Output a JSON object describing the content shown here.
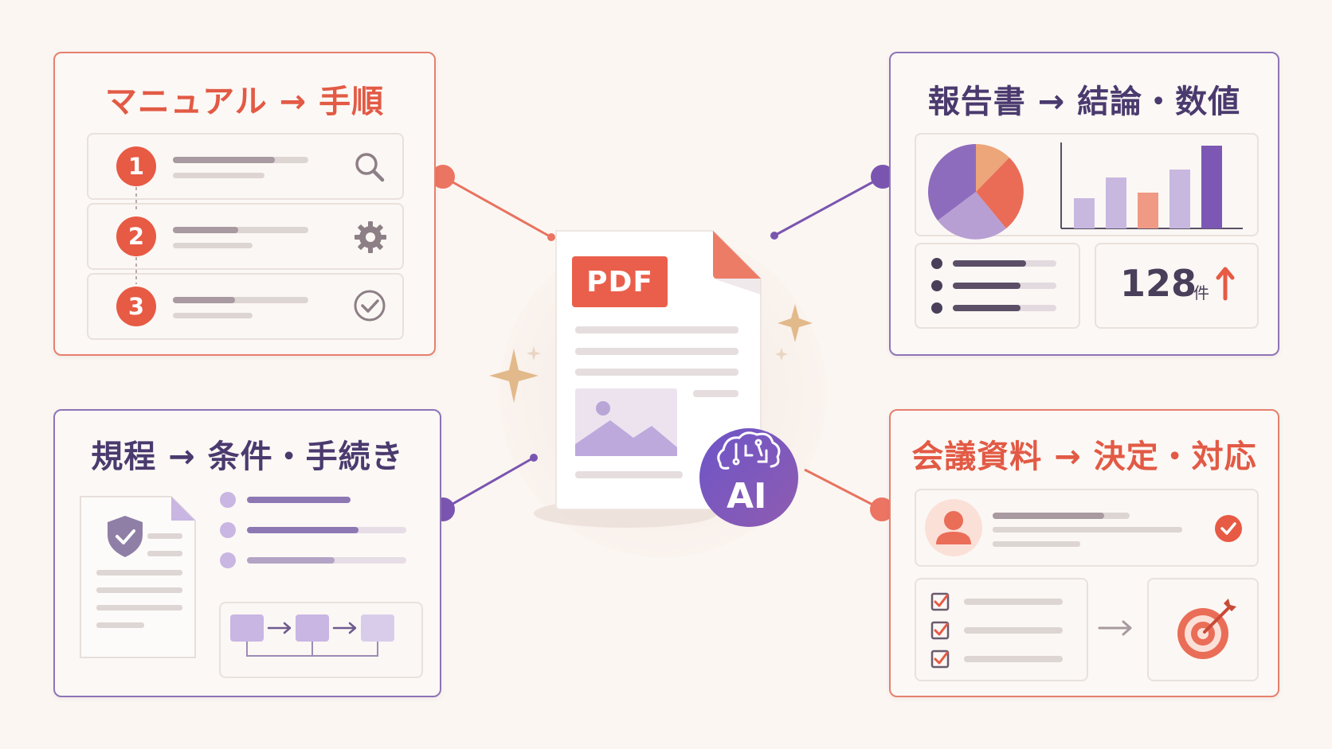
{
  "center": {
    "badge": "PDF",
    "ai_label": "AI"
  },
  "cards": {
    "manual": {
      "title": "マニュアル → 手順",
      "steps": [
        "1",
        "2",
        "3"
      ]
    },
    "report": {
      "title": "報告書 → 結論・数値",
      "stat_value": "128",
      "stat_unit": "件"
    },
    "rules": {
      "title": "規程 → 条件・手続き"
    },
    "meeting": {
      "title": "会議資料 → 決定・対応"
    }
  },
  "colors": {
    "coral": "#e75a44",
    "purple": "#7a55b0",
    "dark_purple": "#4a3a6e"
  },
  "icons": [
    "search-icon",
    "gear-icon",
    "check-circle-icon",
    "shield-check-icon",
    "user-icon",
    "checkbox-icon",
    "target-icon",
    "arrow-up-icon",
    "brain-icon",
    "sparkle-icon"
  ]
}
